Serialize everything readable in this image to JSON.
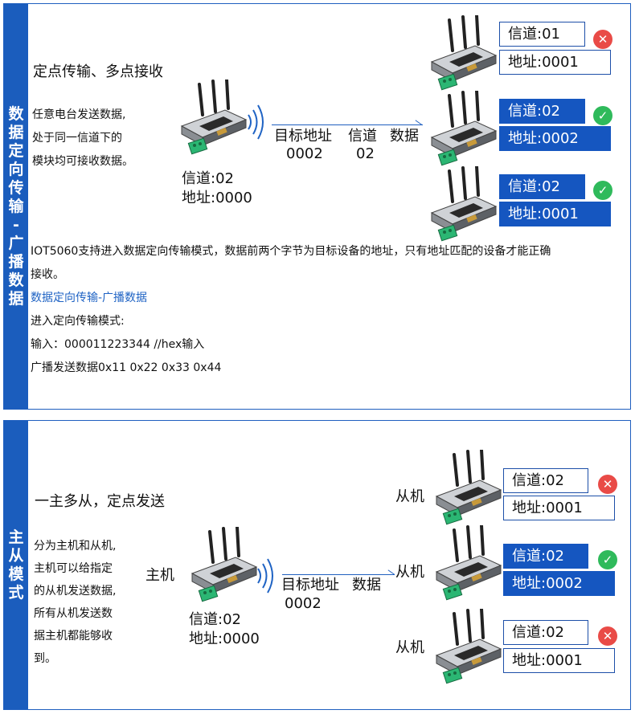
{
  "panel1": {
    "side_label": [
      "数",
      "据",
      "定",
      "向",
      "传",
      "输",
      "-",
      "广",
      "播",
      "数",
      "据"
    ],
    "title": "定点传输、多点接收",
    "desc": [
      "任意电台发送数据,",
      "处于同一信道下的",
      "模块均可接收数据。"
    ],
    "sender": {
      "channel": "信道:02",
      "address": "地址:0000"
    },
    "packet": {
      "field1_label": "目标地址",
      "field1_value": "0002",
      "field2_label": "信道",
      "field2_value": "02",
      "field3_label": "数据"
    },
    "receivers": [
      {
        "channel": "信道:01",
        "address": "地址:0001",
        "status": "x-icon"
      },
      {
        "channel": "信道:02",
        "address": "地址:0002",
        "status": "check-icon"
      },
      {
        "channel": "信道:02",
        "address": "地址:0001",
        "status": "check-icon"
      }
    ],
    "body_line1": "IOT5060支持进入数据定向传输模式，数据前两个字节为目标设备的地址，只有地址匹配的设备才能正确",
    "body_line2": "接收。",
    "link": "数据定向传输-广播数据",
    "mode_line": "进入定向传输模式:",
    "input_line": "输入：000011223344 //hex输入",
    "broadcast_line": "广播发送数据0x11 0x22 0x33 0x44"
  },
  "panel2": {
    "side_label": [
      "主",
      "从",
      "模",
      "式"
    ],
    "title": "一主多从，定点发送",
    "desc": [
      "分为主机和从机,",
      "主机可以给指定",
      "的从机发送数据,",
      "所有从机发送数",
      "据主机都能够收",
      "到。"
    ],
    "master_label": "主机",
    "sender": {
      "channel": "信道:02",
      "address": "地址:0000"
    },
    "packet": {
      "field1_label": "目标地址",
      "field1_value": "0002",
      "field2_label": "数据"
    },
    "slave_label": "从机",
    "receivers": [
      {
        "channel": "信道:02",
        "address": "地址:0001",
        "status": "x-icon"
      },
      {
        "channel": "信道:02",
        "address": "地址:0002",
        "status": "check-icon"
      },
      {
        "channel": "信道:02",
        "address": "地址:0001",
        "status": "x-icon"
      }
    ]
  },
  "colors": {
    "accent": "#1b5dbd",
    "box_fill": "#1556c0",
    "ok": "#2fba5b",
    "error": "#e94b47"
  }
}
